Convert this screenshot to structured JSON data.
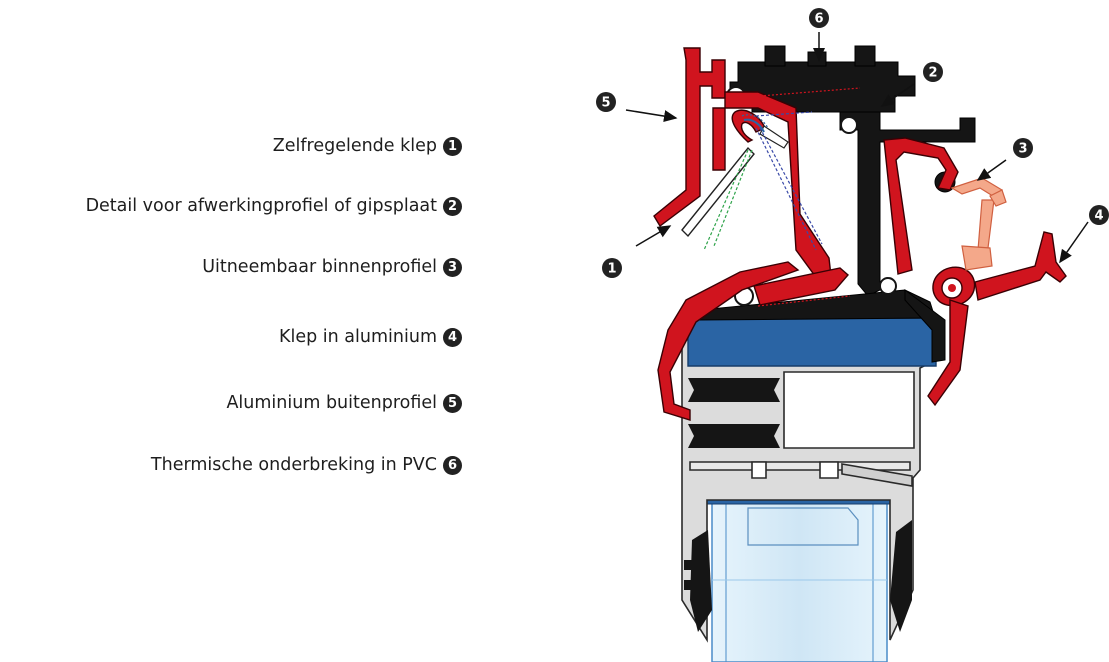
{
  "legend": [
    {
      "number": "1",
      "label": "Zelfregelende klep"
    },
    {
      "number": "2",
      "label": "Detail voor afwerkingprofiel of gipsplaat"
    },
    {
      "number": "3",
      "label": "Uitneembaar binnenprofiel"
    },
    {
      "number": "4",
      "label": "Klep in aluminium"
    },
    {
      "number": "5",
      "label": "Aluminium buitenprofiel"
    },
    {
      "number": "6",
      "label": "Thermische onderbreking in PVC"
    }
  ],
  "callouts": [
    "1",
    "2",
    "3",
    "4",
    "5",
    "6"
  ],
  "colors": {
    "aluminium_outer": "#d0141e",
    "pvc_thermal_break": "#151515",
    "inner_profile": "#f4a88a",
    "window_frame": "#dcdcdc",
    "glazing": "#d3eaf7",
    "gasket_blue": "#2a64a4"
  }
}
